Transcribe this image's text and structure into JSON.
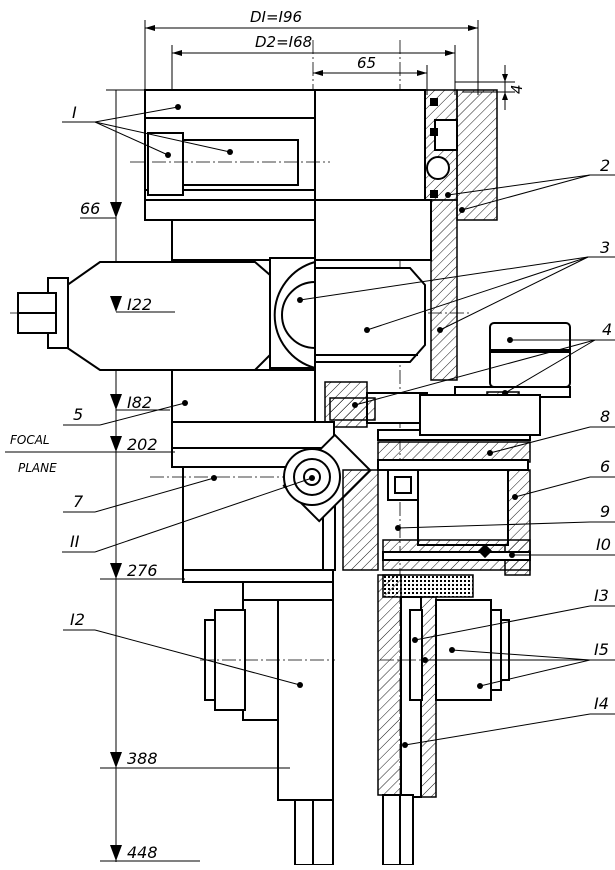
{
  "dimensions": {
    "d1": "DI=I96",
    "d2": "D2=I68",
    "offset": "65",
    "gap": "4"
  },
  "levels": [
    {
      "id": "66",
      "label": "66"
    },
    {
      "id": "122",
      "label": "I22"
    },
    {
      "id": "182",
      "label": "I82"
    },
    {
      "id": "202",
      "label": "202"
    },
    {
      "id": "276",
      "label": "276"
    },
    {
      "id": "388",
      "label": "388"
    },
    {
      "id": "448",
      "label": "448"
    }
  ],
  "focal_plane": {
    "line1": "FOCAL",
    "line2": "PLANE"
  },
  "parts": {
    "p1": "I",
    "p2": "2",
    "p3": "3",
    "p4": "4",
    "p5": "5",
    "p6": "6",
    "p7": "7",
    "p8": "8",
    "p9": "9",
    "p10": "I0",
    "p11": "II",
    "p12": "I2",
    "p13": "I3",
    "p14": "I4",
    "p15": "I5"
  }
}
